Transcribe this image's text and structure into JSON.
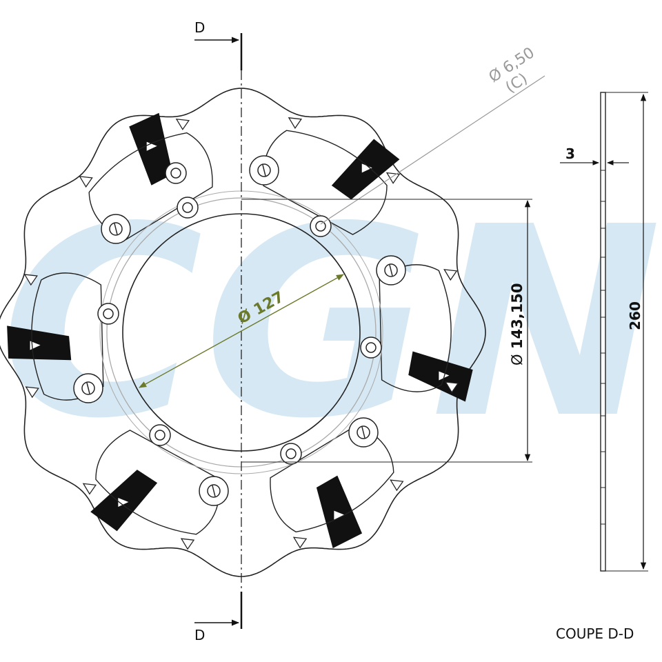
{
  "watermark": {
    "text": "CGN",
    "color": "#cfe4f2"
  },
  "section_labels": {
    "top": "D",
    "bottom": "D"
  },
  "caption": "COUPE D-D",
  "dimensions": {
    "hole_diameter": {
      "value": "6,50",
      "note": "(C)"
    },
    "inner_bore": "127",
    "bolt_circle": "143,150",
    "outer_diameter": "260",
    "thickness": "3"
  },
  "symbols": {
    "diameter": "Ø"
  },
  "colors": {
    "line": "#222222",
    "callout": "#888888",
    "bore_dim": "#6b7a2a",
    "fill_black": "#111111"
  }
}
